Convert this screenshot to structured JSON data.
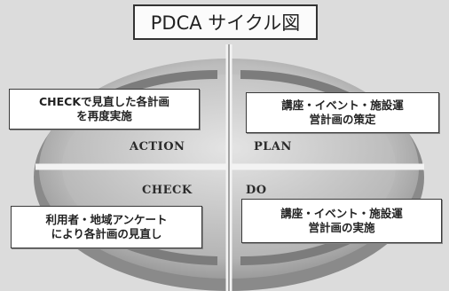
{
  "title": "PDCA サイクル図",
  "quadrants": {
    "action": {
      "label": "ACTION",
      "note": "CHECKで見直した各計画\nを再度実施"
    },
    "plan": {
      "label": "PLAN",
      "note": "講座・イベント・施設運\n営計画の策定"
    },
    "check": {
      "label": "CHECK",
      "note": "利用者・地域アンケート\nにより各計画の見直し"
    },
    "do": {
      "label": "DO",
      "note": "講座・イベント・施設運\n営計画の実施"
    }
  },
  "colors": {
    "background": "#dcdcdc",
    "ring": "#9b9b9b",
    "quadrant_fill": "#c9c9c9",
    "divider": "#f2f2f2"
  }
}
